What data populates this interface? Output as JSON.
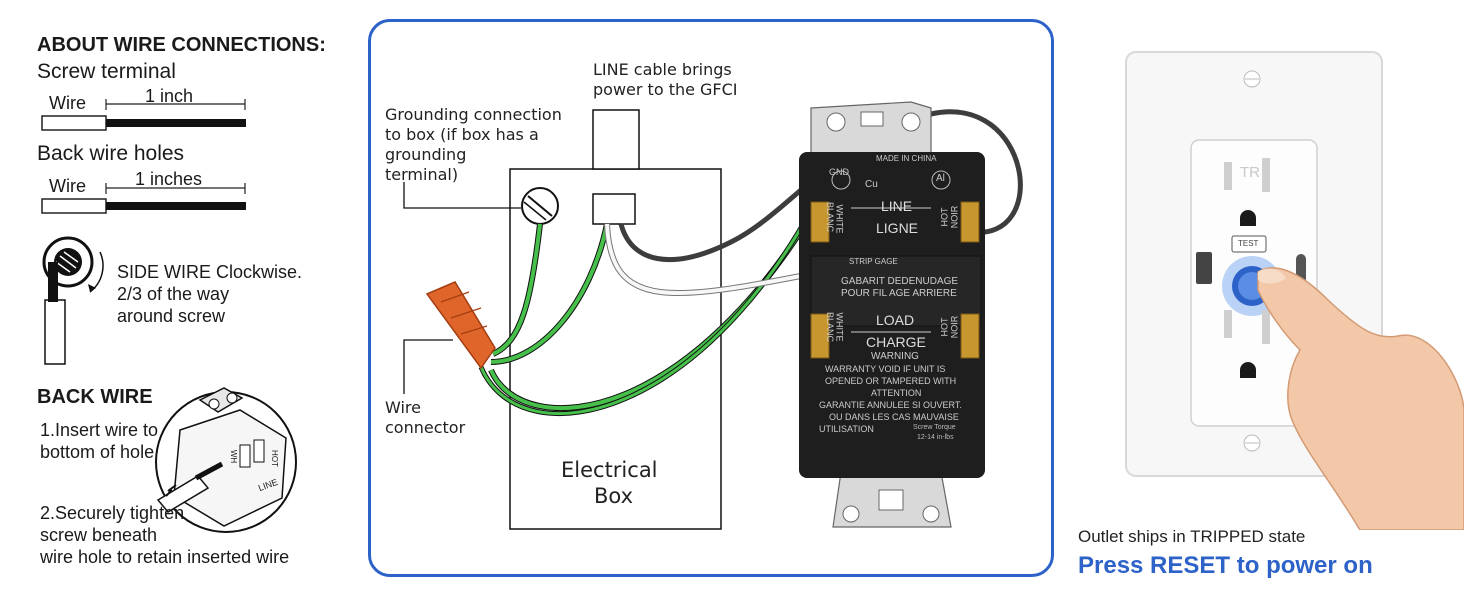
{
  "wire_connections": {
    "heading": "ABOUT WIRE CONNECTIONS:",
    "screw_terminal": {
      "title": "Screw terminal",
      "wire_label": "Wire",
      "strip_length": "1 inch"
    },
    "back_wire_holes": {
      "title": "Back wire holes",
      "wire_label": "Wire",
      "strip_length": "1 inches"
    },
    "side_wire": {
      "line1": "SIDE WIRE Clockwise.",
      "line2": "2/3 of the way",
      "line3": "around screw"
    },
    "back_wire": {
      "heading": "BACK WIRE",
      "step1_line1": "1.Insert wire to",
      "step1_line2": "bottom of hole",
      "step2_line1": "2.Securely tighten",
      "step2_line2": "screw beneath",
      "step2_line3": "wire hole to retain inserted wire",
      "illustration_labels": {
        "line": "LINE",
        "hot": "HOT",
        "wh": "WH"
      }
    }
  },
  "diagram": {
    "grounding_label": [
      "Grounding connection",
      "to box (if box has a",
      "grounding",
      "terminal)"
    ],
    "line_cable_label": [
      "LINE cable brings",
      "power to the GFCI"
    ],
    "wire_connector_label": [
      "Wire",
      "connector"
    ],
    "electrical_box_label": [
      "Electrical",
      "Box"
    ],
    "device_text": {
      "made_in": "MADE IN CHINA",
      "gnd": "GND",
      "cu": "Cu",
      "al": "Al",
      "white": "WHITE",
      "blanc": "BLANC",
      "hot": "HOT",
      "noir": "NOIR",
      "line": "LINE",
      "ligne": "LIGNE",
      "strip_gage": "STRIP GAGE",
      "gabarit": "GABARIT DEDENUDAGE",
      "pour": "POUR FIL AGE ARRIERE",
      "load": "LOAD",
      "charge": "CHARGE",
      "warning": "WARNING",
      "warranty_1": "WARRANTY VOID IF UNIT IS",
      "warranty_2": "OPENED OR TAMPERED WITH",
      "attention": "ATTENTION",
      "garantie_1": "GARANTIE ANNULEE SI OUVERT.",
      "garantie_2": "OU DANS LES CAS MAUVAISE",
      "utilisation": "UTILISATION",
      "torque_1": "Screw Torque",
      "torque_2": "12-14 in-lbs"
    },
    "colors": {
      "ground": "#46c04a",
      "neutral": "#f2f2f2",
      "hot": "#3d3d3d",
      "connector": "#e0652a",
      "border": "#2d62c9"
    }
  },
  "outlet": {
    "caption": "Outlet ships in TRIPPED state",
    "call_to_action": "Press RESET to power on",
    "tr_mark": "TR",
    "test_label": "TEST",
    "accent_color": "#2d62c9"
  }
}
